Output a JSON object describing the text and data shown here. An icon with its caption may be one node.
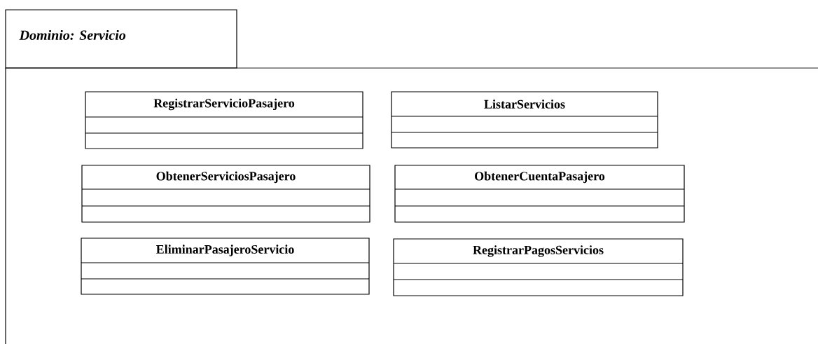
{
  "diagram": {
    "nodes": [
      {
        "text": [
          "Dominio: Servicio"
        ]
      },
      {
        "text": [
          "RegistrarServicioPasajero"
        ],
        "in": 0
      },
      {
        "text": [
          "ListarServicios"
        ],
        "in": 0
      },
      {
        "text": [
          "ObtenerServiciosPasajero"
        ],
        "in": 0
      },
      {
        "text": [
          "ObtenerCuentaPasajero"
        ],
        "in": 0
      },
      {
        "text": [
          "EliminarPasajeroServicio"
        ],
        "in": 0
      },
      {
        "text": [
          "RegistrarPagosServicios"
        ],
        "in": 0
      }
    ]
  }
}
